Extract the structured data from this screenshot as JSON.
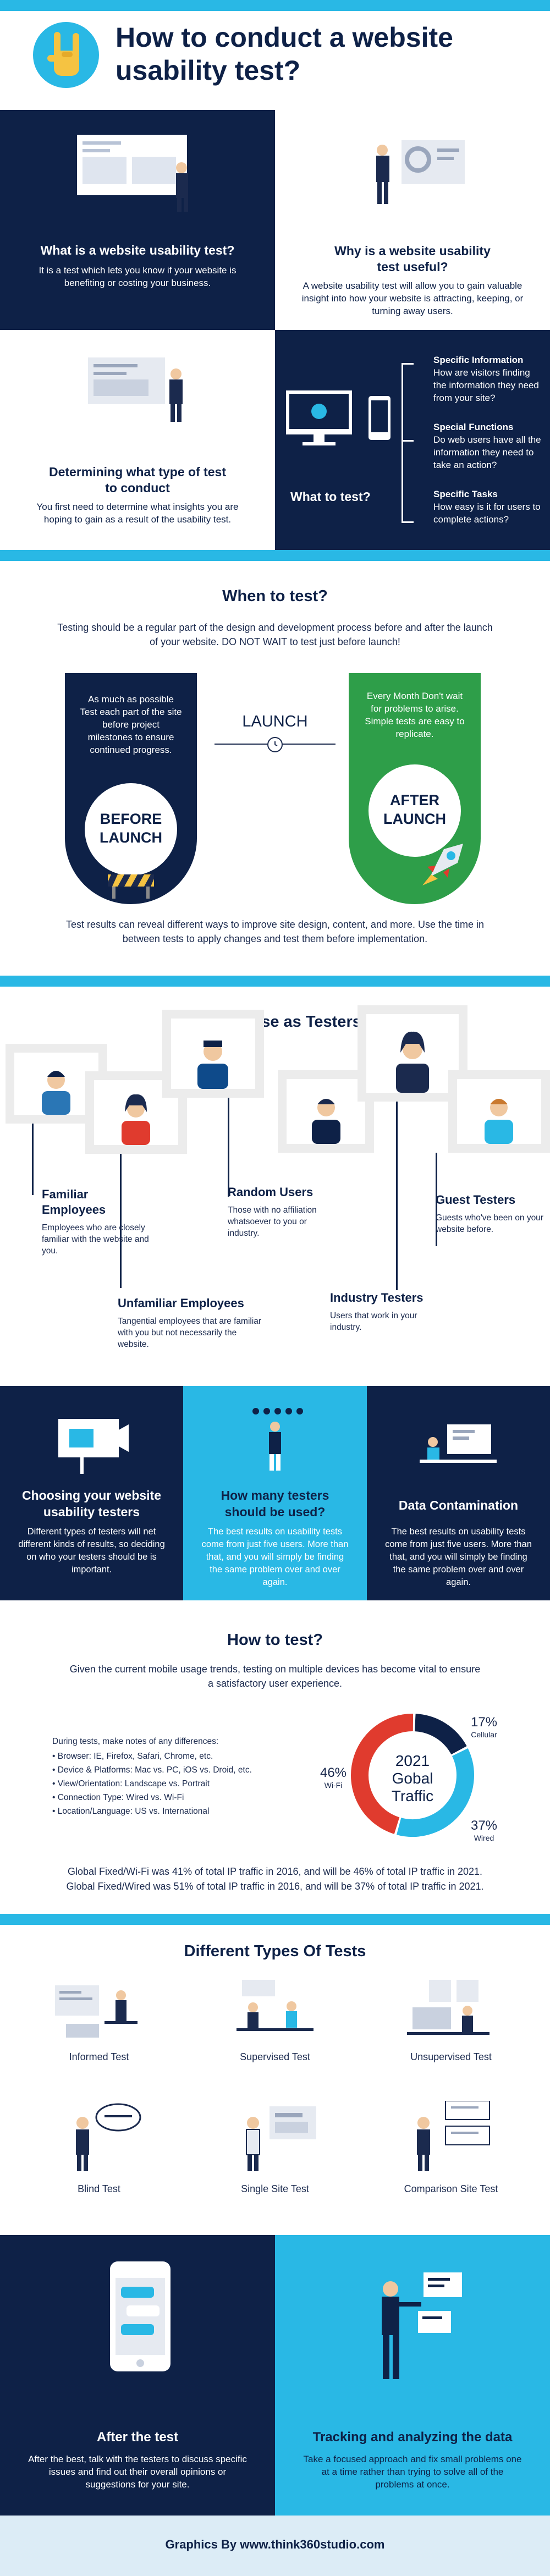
{
  "header": {
    "title_line1": "How to conduct a website",
    "title_line2": "usability test?"
  },
  "intro": {
    "what_is": {
      "heading": "What is a website usability test?",
      "text": "It is a test which lets you know if your website is benefiting or costing your business."
    },
    "why_useful": {
      "heading_line1": "Why is a website usability",
      "heading_line2": "test useful?",
      "text": "A website usability test will allow you to gain valuable insight into how your website is attracting, keeping, or turning away users."
    },
    "determining": {
      "heading_line1": "Determining what type of test",
      "heading_line2": "to conduct",
      "text": "You first need to determine what insights you are hoping to gain as a result of the usability test."
    },
    "what_to_test": {
      "heading": "What to test?",
      "items": [
        {
          "title": "Specific Information",
          "text": "How are visitors finding the information they need from your site?"
        },
        {
          "title": "Special Functions",
          "text": "Do web users have all the information they need to take an action?"
        },
        {
          "title": "Specific Tasks",
          "text": "How easy is it for users to complete actions?"
        }
      ]
    }
  },
  "when": {
    "heading": "When to test?",
    "intro": "Testing should be a regular part of the design and development process before and after the launch of your website. DO NOT WAIT to test just before launch!",
    "before": {
      "text": "As much as possible Test each part of the site before project milestones to ensure continued progress.",
      "label_line1": "BEFORE",
      "label_line2": "LAUNCH"
    },
    "launch": "LAUNCH",
    "after": {
      "text": "Every Month Don't wait for problems to arise. Simple tests are easy to replicate.",
      "label_line1": "AFTER",
      "label_line2": "LAUNCH"
    },
    "outro": "Test results can reveal different ways to improve site design, content, and more. Use the time in between tests to apply changes and test them before implementation."
  },
  "testers": {
    "heading": "Whom to use as Testers?",
    "groups": [
      {
        "title": "Familiar Employees",
        "text": "Employees who are closely familiar with the website and you."
      },
      {
        "title": "Unfamiliar Employees",
        "text": "Tangential employees that are familiar with you but not necessarily the website."
      },
      {
        "title": "Random Users",
        "text": "Those with no affiliation whatsoever to you or industry."
      },
      {
        "title": "Industry Testers",
        "text": "Users that work in your industry."
      },
      {
        "title": "Guest Testers",
        "text": "Guests who've been on your website before."
      }
    ]
  },
  "three": [
    {
      "heading_line1": "Choosing your website",
      "heading_line2": "usability testers",
      "text": "Different types of testers will net different kinds of results, so deciding on who your testers should be is important."
    },
    {
      "heading_line1": "How many testers",
      "heading_line2": "should be used?",
      "text": "The best results on usability tests come from just five users. More than that, and you will simply be finding the same problem over and over again."
    },
    {
      "heading_line1": "Data Contamination",
      "heading_line2": "",
      "text": "The best results on usability tests come from just five users. More than that, and you will simply be finding the same problem over and over again."
    }
  ],
  "how": {
    "heading": "How to test?",
    "intro": "Given the current mobile usage trends, testing on multiple devices has become vital to ensure a satisfactory user experience.",
    "list_title": "During tests, make notes of any differences:",
    "list": [
      "Browser: IE, Firefox, Safari, Chrome, etc.",
      "Device & Platforms: Mac vs. PC, iOS vs. Droid, etc.",
      "View/Orientation: Landscape vs. Portrait",
      "Connection Type: Wired vs. Wi-Fi",
      "Location/Language: US vs. International"
    ],
    "outro": "Global Fixed/Wi-Fi was 41% of total IP traffic in 2016, and will be 46% of total IP traffic in 2021. Global Fixed/Wired was 51% of total IP traffic in 2016, and will be 37% of total IP traffic in 2021."
  },
  "chart_data": {
    "type": "pie",
    "title": "2021 Gobal Traffic",
    "title_line1": "2021",
    "title_line2": "Gobal",
    "title_line3": "Traffic",
    "slices": [
      {
        "label": "Wi-Fi",
        "value": 46,
        "display": "46%",
        "color": "#e03b2e"
      },
      {
        "label": "Cellular",
        "value": 17,
        "display": "17%",
        "color": "#0e2147"
      },
      {
        "label": "Wired",
        "value": 37,
        "display": "37%",
        "color": "#29b8e5"
      }
    ]
  },
  "types": {
    "heading": "Different Types Of Tests",
    "items": [
      "Informed Test",
      "Supervised Test",
      "Unsupervised Test",
      "Blind Test",
      "Single Site Test",
      "Comparison Site Test"
    ]
  },
  "after_test": {
    "heading": "After the test",
    "text": "After the best, talk with the testers to discuss specific issues and find out their overall opinions or suggestions for your site."
  },
  "tracking": {
    "heading": "Tracking and analyzing the data",
    "text": "Take a focused approach and fix small problems one at a time rather than trying to solve all of the problems at once."
  },
  "footer": {
    "text": "Graphics By www.think360studio.com"
  },
  "colors": {
    "navy": "#0e2147",
    "cyan": "#29b8e5",
    "green": "#2e9e49",
    "red": "#e03b2e",
    "yellow": "#f5c342"
  }
}
